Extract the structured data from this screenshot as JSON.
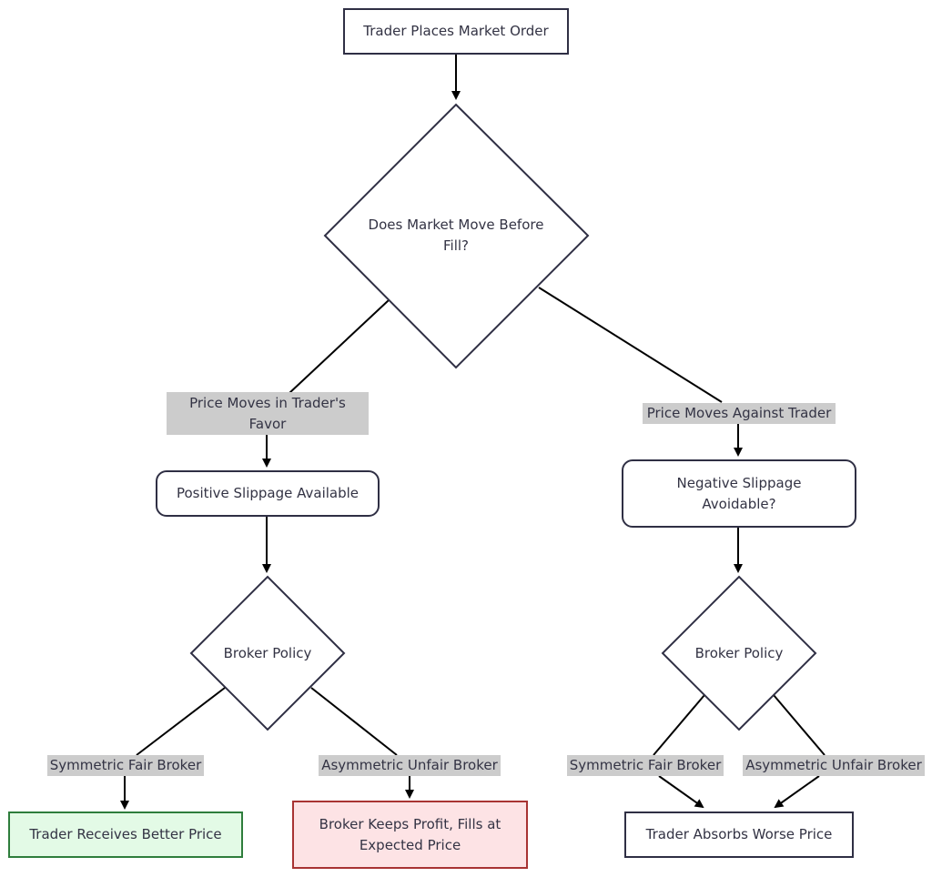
{
  "nodes": {
    "start": "Trader Places Market Order",
    "decision_move": "Does Market Move Before Fill?",
    "positive_slippage": "Positive Slippage Available",
    "negative_slippage": "Negative Slippage Avoidable?",
    "policy_left": "Broker Policy",
    "policy_right": "Broker Policy",
    "better_price": "Trader Receives Better Price",
    "broker_keeps": "Broker Keeps Profit, Fills at Expected Price",
    "worse_price": "Trader Absorbs Worse Price"
  },
  "edge_labels": {
    "favor": "Price Moves in Trader's Favor",
    "against": "Price Moves Against Trader",
    "left_fair": "Symmetric Fair Broker",
    "left_unfair": "Asymmetric Unfair Broker",
    "right_fair": "Symmetric Fair Broker",
    "right_unfair": "Asymmetric Unfair Broker"
  },
  "colors": {
    "stroke": "#2f2f44",
    "label_bg": "#cccccc",
    "good_fill": "#e3fae6",
    "good_stroke": "#2e7d3c",
    "bad_fill": "#fde3e5",
    "bad_stroke": "#a83333"
  }
}
